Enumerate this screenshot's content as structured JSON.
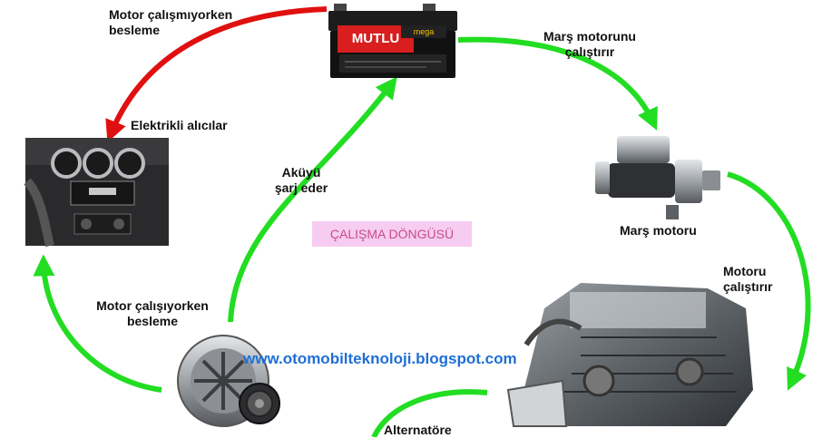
{
  "labels": {
    "battery_feed": [
      "Motor çalışmıyorken",
      "besleme"
    ],
    "starter_run": [
      "Marş motorunu",
      "çalıştırır"
    ],
    "consumers": "Elektrikli alıcılar",
    "charges": [
      "Aküyü",
      "şarj eder"
    ],
    "starter": "Marş motoru",
    "engine_run": [
      "Motoru",
      "çalıştırır"
    ],
    "alt_feed": [
      "Motor çalışıyorken",
      "besleme"
    ],
    "alt_drive": "Alternatöre"
  },
  "battery_brand": "MUTLU",
  "battery_sub": "mega",
  "cycle_title": "ÇALIŞMA DÖNGÜSÜ",
  "watermark": "www.otomobilteknoloji.blogspot.com",
  "colors": {
    "green_arrow": "#22dd22",
    "red_arrow": "#e01010",
    "title_bg": "#f6ccf2",
    "title_text": "#c84d8a",
    "watermark": "#1f6fd6"
  }
}
